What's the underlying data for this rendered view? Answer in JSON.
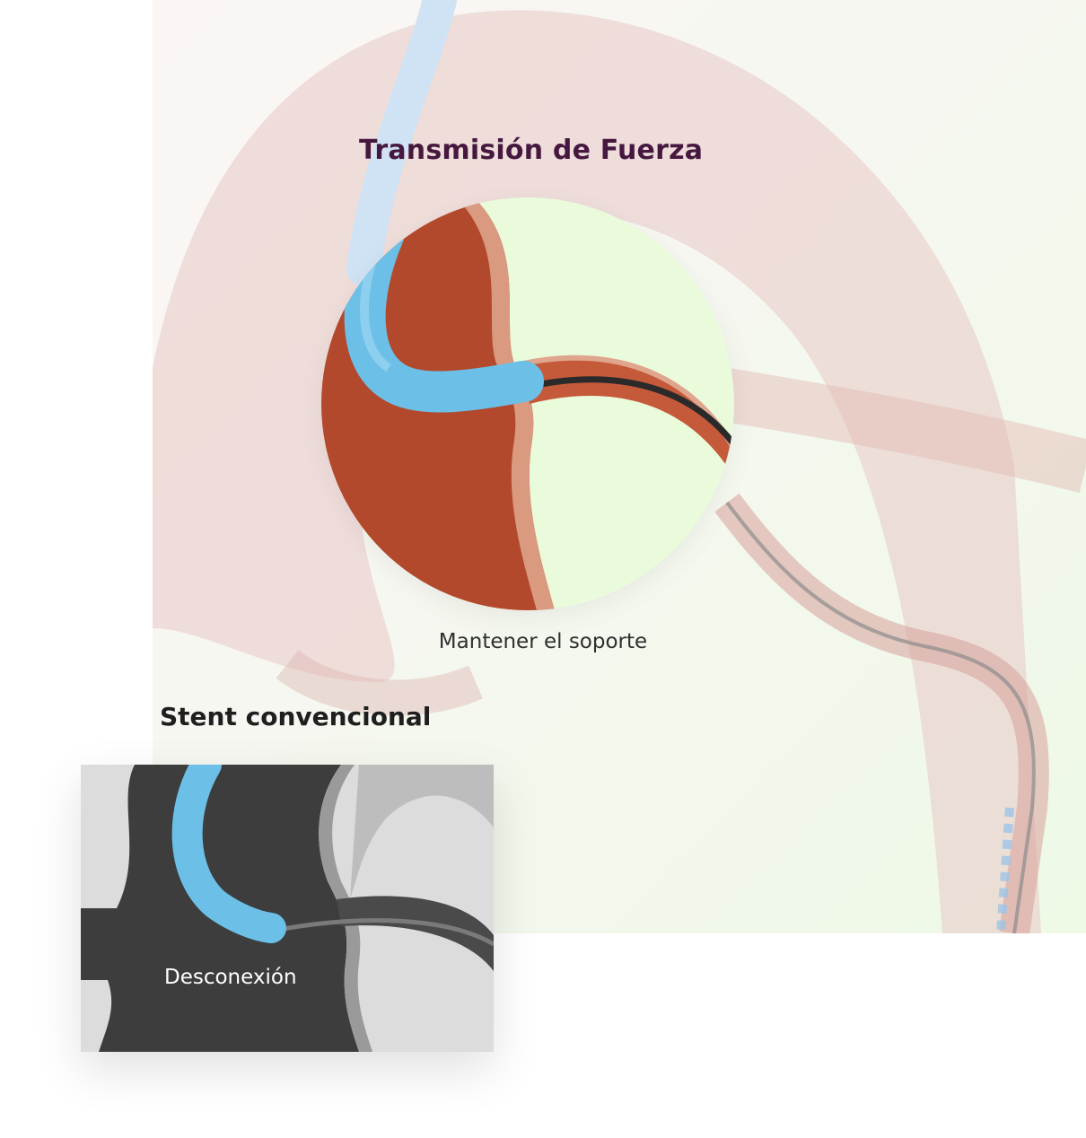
{
  "section": {
    "title": "Transmisión de Fuerza",
    "caption": "Mantener el soporte"
  },
  "comparison": {
    "heading": "Stent convencional",
    "card_label": "Desconexión"
  },
  "colors": {
    "title": "#46183f",
    "catheter": "#6cc0e8",
    "tissue": "#b24a2c",
    "background_tint": "#eef9e6"
  }
}
